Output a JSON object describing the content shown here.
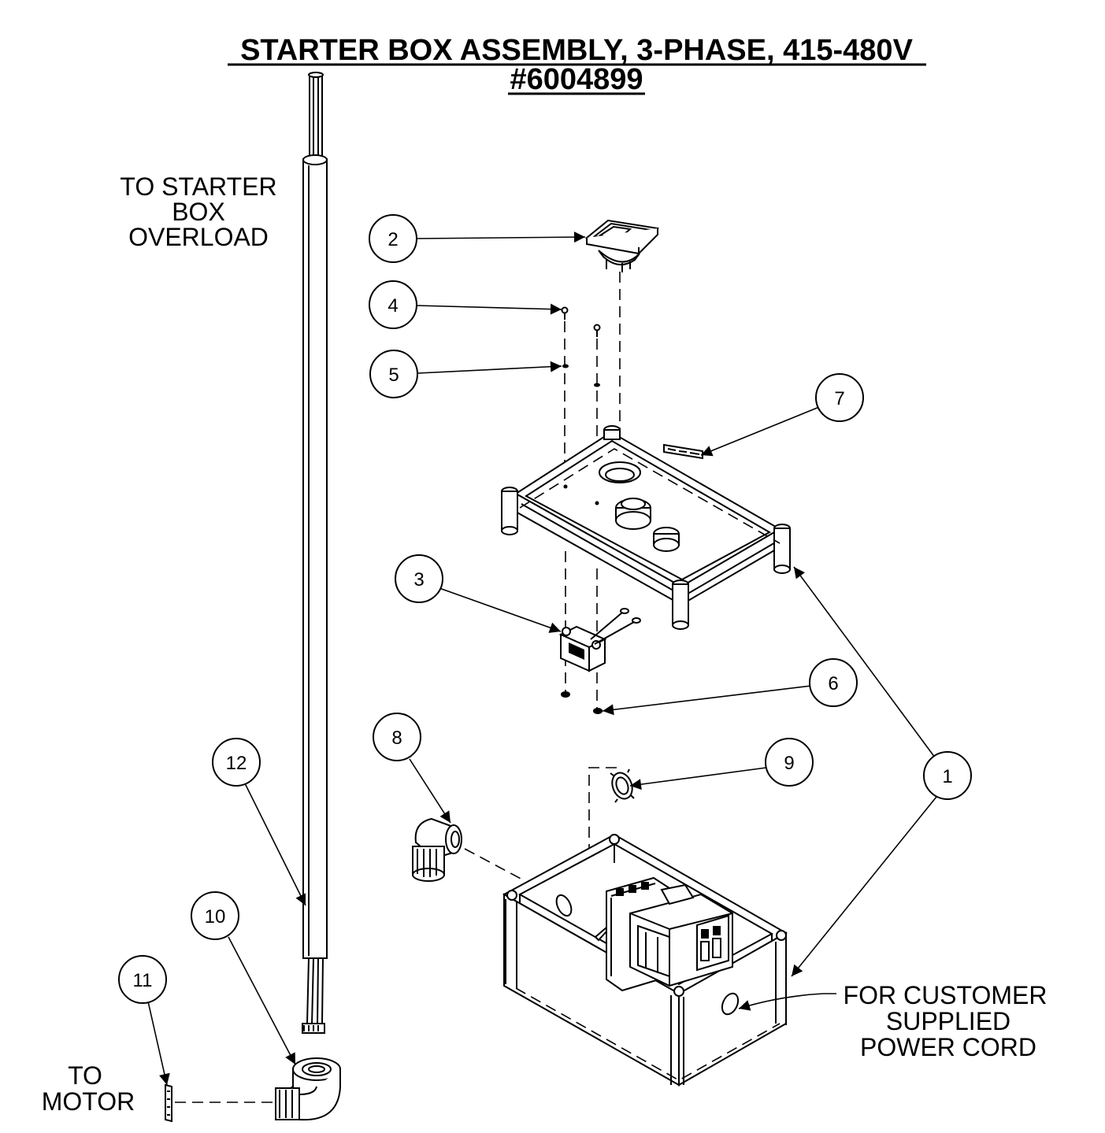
{
  "title": {
    "line1": "STARTER BOX ASSEMBLY, 3-PHASE, 415-480V",
    "line2": "#6004899"
  },
  "callouts": {
    "c1": "1",
    "c2": "2",
    "c3": "3",
    "c4": "4",
    "c5": "5",
    "c6": "6",
    "c7": "7",
    "c8": "8",
    "c9": "9",
    "c10": "10",
    "c11": "11",
    "c12": "12"
  },
  "notes": {
    "overload": [
      "TO STARTER",
      "BOX",
      "OVERLOAD"
    ],
    "motor": [
      "TO",
      "MOTOR"
    ],
    "power_cord": [
      "FOR CUSTOMER",
      "SUPPLIED",
      "POWER CORD"
    ]
  },
  "icons": [
    "start-switch-icon",
    "screw-icon",
    "washer-icon",
    "overload-block-icon",
    "enclosure-lid-icon",
    "label-plate-icon",
    "elbow-fitting-icon",
    "locknut-icon",
    "conduit-elbow-icon",
    "cable-cord-icon",
    "enclosure-base-icon",
    "contactor-icon"
  ],
  "colors": {
    "ink": "#000000",
    "paper": "#ffffff"
  }
}
